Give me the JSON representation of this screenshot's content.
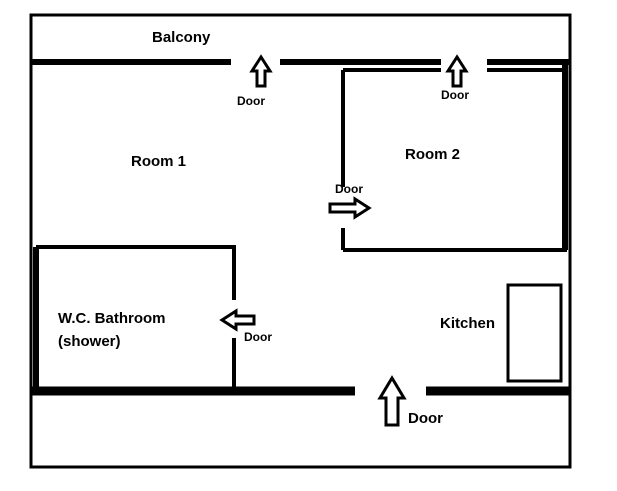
{
  "plan": {
    "rooms": {
      "balcony": "Balcony",
      "room1": "Room 1",
      "room2": "Room 2",
      "bathroom_line1": "W.C. Bathroom",
      "bathroom_line2": "(shower)",
      "kitchen": "Kitchen"
    },
    "doors": {
      "balcony_left": "Door",
      "balcony_right": "Door",
      "room2": "Door",
      "bathroom": "Door",
      "entrance": "Door"
    }
  }
}
